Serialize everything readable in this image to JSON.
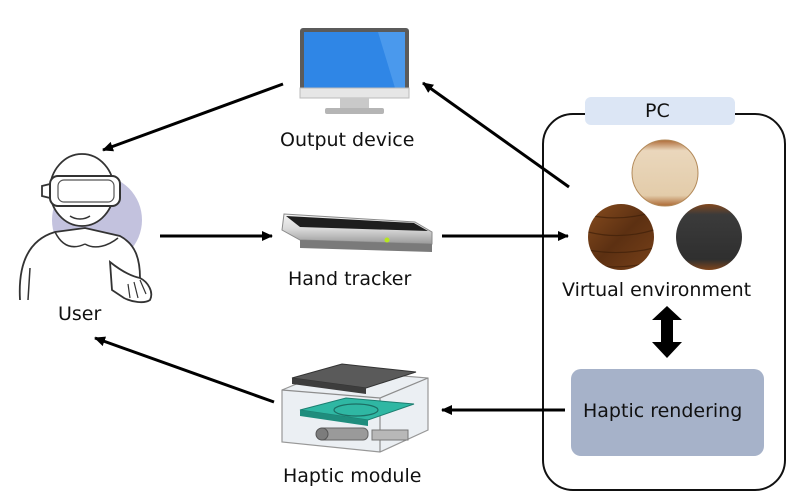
{
  "diagram": {
    "nodes": {
      "output_device": {
        "label": "Output device",
        "icon": "monitor-icon"
      },
      "user": {
        "label": "User",
        "icon": "vr-user-icon"
      },
      "hand_tracker": {
        "label": "Hand tracker",
        "icon": "hand-tracker-device-icon"
      },
      "haptic_module": {
        "label": "Haptic module",
        "icon": "haptic-module-icon"
      },
      "pc": {
        "label": "PC"
      },
      "virtual_environment": {
        "label": "Virtual environment",
        "icon": "texture-samples-icon"
      },
      "haptic_rendering": {
        "label": "Haptic rendering"
      }
    },
    "edges": [
      {
        "from": "output_device",
        "to": "user"
      },
      {
        "from": "user",
        "to": "hand_tracker"
      },
      {
        "from": "hand_tracker",
        "to": "virtual_environment"
      },
      {
        "from": "virtual_environment",
        "to": "output_device"
      },
      {
        "from": "virtual_environment",
        "to": "haptic_rendering",
        "bidirectional": true
      },
      {
        "from": "haptic_rendering",
        "to": "haptic_module"
      },
      {
        "from": "haptic_module",
        "to": "user"
      }
    ],
    "colors": {
      "monitor_screen": "#2f86e6",
      "pc_tab": "#dce6f5",
      "haptic_rendering_box": "#a6b2c9",
      "user_circle": "#c3c2de",
      "haptic_plate": "#2fb7a3"
    }
  }
}
